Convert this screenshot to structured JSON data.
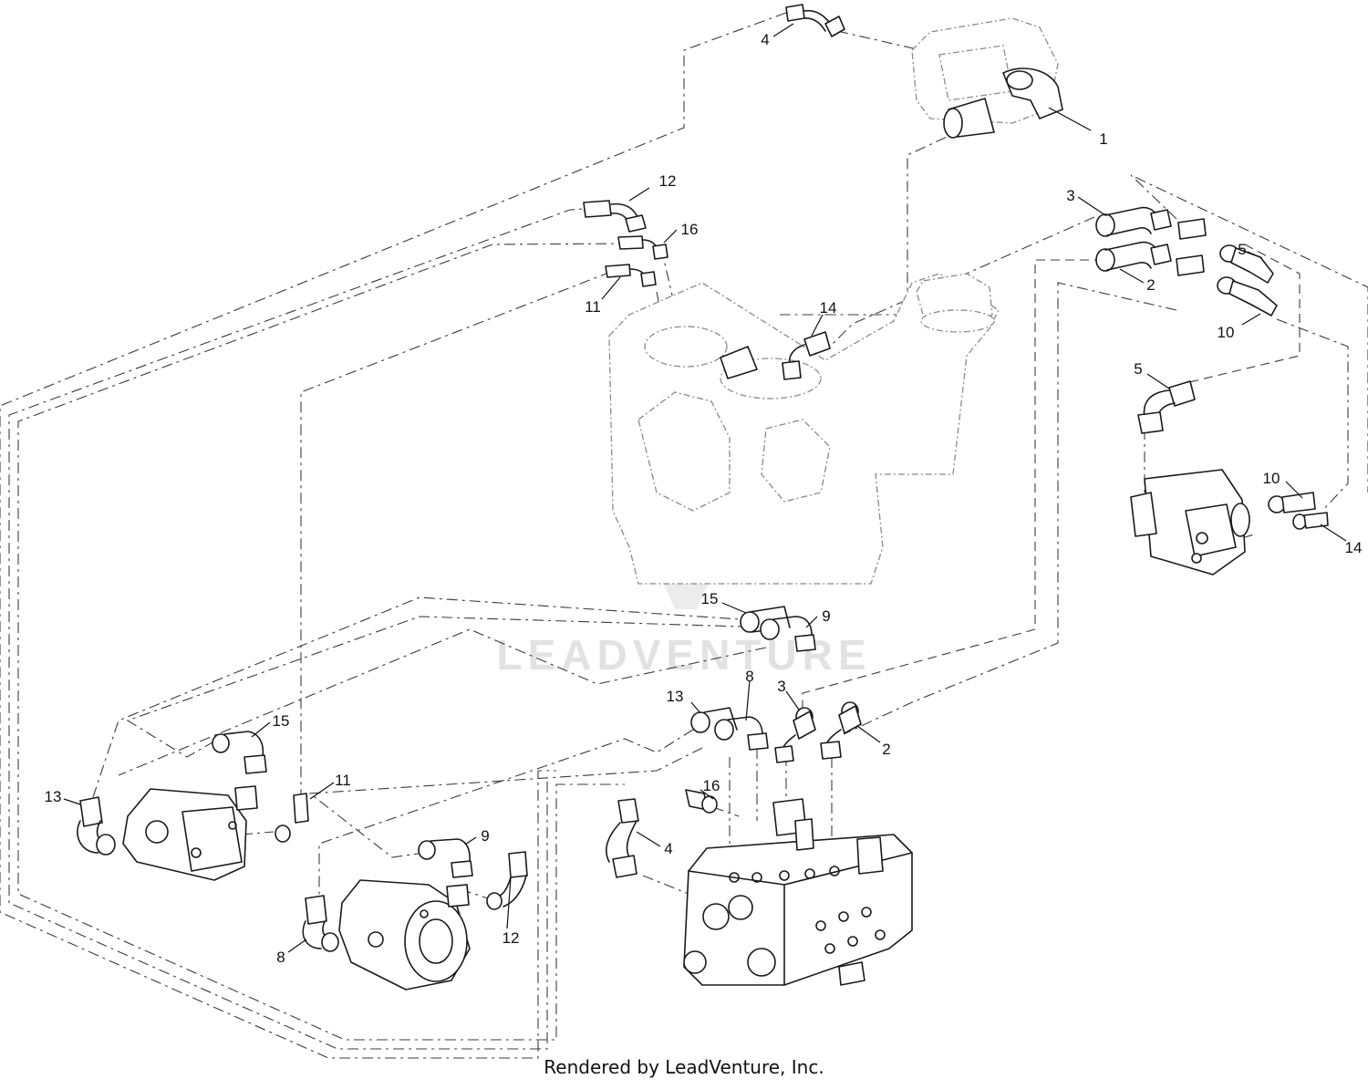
{
  "watermark": {
    "text": "LEADVENTURE"
  },
  "footer": {
    "text": "Rendered by LeadVenture, Inc."
  },
  "callouts": [
    {
      "id": "c1",
      "label": "1"
    },
    {
      "id": "c2a",
      "label": "2"
    },
    {
      "id": "c2b",
      "label": "2"
    },
    {
      "id": "c3a",
      "label": "3"
    },
    {
      "id": "c3b",
      "label": "3"
    },
    {
      "id": "c4a",
      "label": "4"
    },
    {
      "id": "c4b",
      "label": "4"
    },
    {
      "id": "c5a",
      "label": "5"
    },
    {
      "id": "c5b",
      "label": "5"
    },
    {
      "id": "c8a",
      "label": "8"
    },
    {
      "id": "c8b",
      "label": "8"
    },
    {
      "id": "c9a",
      "label": "9"
    },
    {
      "id": "c9b",
      "label": "9"
    },
    {
      "id": "c10a",
      "label": "10"
    },
    {
      "id": "c10b",
      "label": "10"
    },
    {
      "id": "c11a",
      "label": "11"
    },
    {
      "id": "c11b",
      "label": "11"
    },
    {
      "id": "c12a",
      "label": "12"
    },
    {
      "id": "c12b",
      "label": "12"
    },
    {
      "id": "c13a",
      "label": "13"
    },
    {
      "id": "c13b",
      "label": "13"
    },
    {
      "id": "c14a",
      "label": "14"
    },
    {
      "id": "c14b",
      "label": "14"
    },
    {
      "id": "c15a",
      "label": "15"
    },
    {
      "id": "c15b",
      "label": "15"
    },
    {
      "id": "c16a",
      "label": "16"
    },
    {
      "id": "c16b",
      "label": "16"
    }
  ]
}
